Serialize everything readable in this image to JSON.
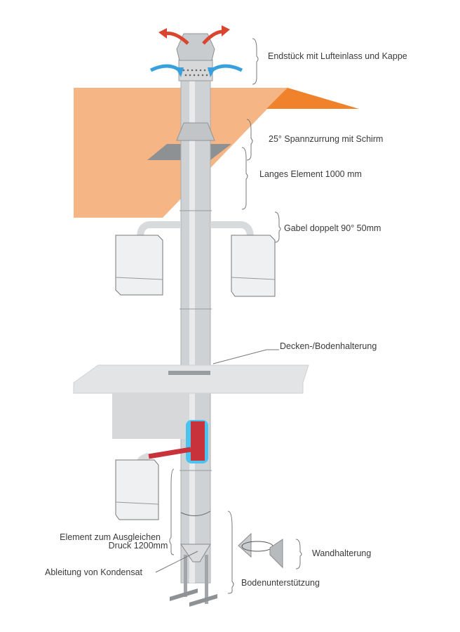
{
  "colors": {
    "roof_light": "#f6b585",
    "roof_dark": "#f0822c",
    "pipe": "#cfd2d4",
    "exhaust_arrow": "#d9452e",
    "intake_arrow": "#3aa0dd",
    "tee_red": "#c8323a",
    "tee_blue": "#4cc3ee",
    "slab": "#e2e4e6"
  },
  "labels": {
    "terminal": "Endstück mit Lufteinlass und Kappe",
    "flashing": "25° Spannzurrung mit Schirm",
    "long_element": "Langes Element 1000 mm",
    "double_fork": "Gabel doppelt 90° 50mm",
    "ceiling_support": "Decken-/Bodenhalterung",
    "compensator_line1": "Element zum Ausgleichen",
    "compensator_line2": "Druck 1200mm",
    "condensate": "Ableitung von Kondensat",
    "wall_bracket": "Wandhalterung",
    "floor_support": "Bodenunterstützung"
  }
}
